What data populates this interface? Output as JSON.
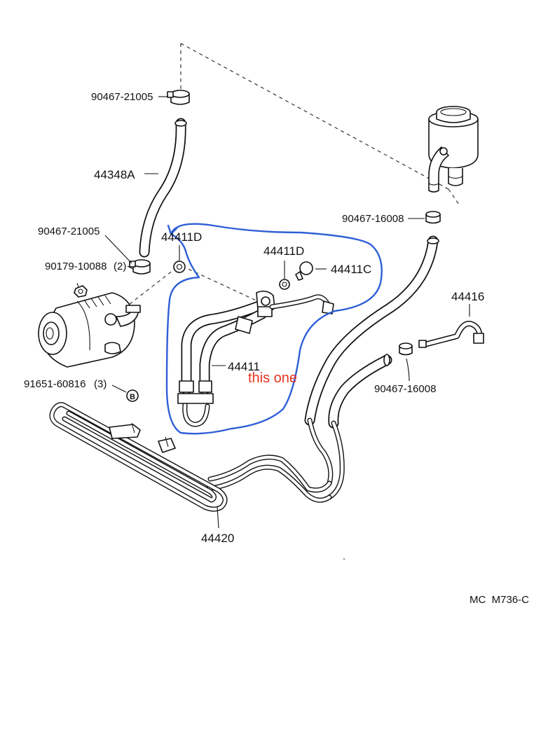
{
  "parts": {
    "clamp_top": "90467-21005",
    "hose_return": "44348A",
    "clamp_mid": "90467-21005",
    "bolt_pump": "90179-10088",
    "bolt_pump_qty": "(2)",
    "gasket_left": "44411D",
    "gasket_right": "44411D",
    "union_bolt": "44411C",
    "pressure_hose": "44411",
    "clamp_reservoir": "90467-16008",
    "tube_right": "44416",
    "clamp_lower": "90467-16008",
    "bolt_cooler": "91651-60816",
    "bolt_cooler_qty": "(3)",
    "cooler": "44420",
    "bolt_symbol": "B"
  },
  "annotation": {
    "note": "this one",
    "note_color": "#e8321e",
    "circle_color": "#2f5fd6"
  },
  "figure_code": "MC  M736-C"
}
